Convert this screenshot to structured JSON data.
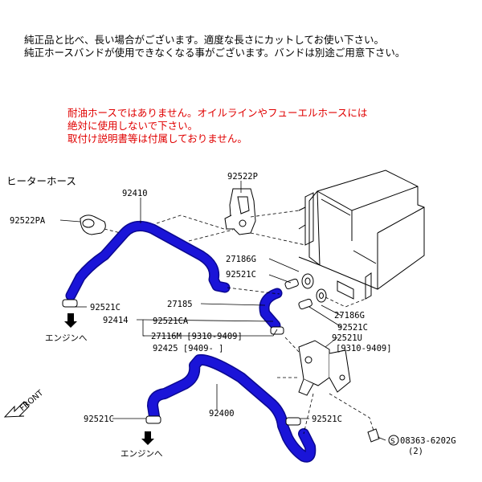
{
  "notes": [
    "純正品と比べ、長い場合がございます。適度な長さにカットしてお使い下さい。",
    "純正ホースバンドが使用できなくなる事がございます。バンドは別途ご用意下さい。"
  ],
  "warnings": [
    "耐油ホースではありません。オイルラインやフューエルホースには",
    "絶対に使用しないで下さい。",
    "取付け説明書等は付属しておりません。"
  ],
  "section_title": "ヒーターホース",
  "labels": {
    "p92410": "92410",
    "p92522P": "92522P",
    "p92522PA": "92522PA",
    "p27186G_top": "27186G",
    "p92521C_a": "92521C",
    "p92521C_b": "92521C",
    "p27185": "27185",
    "p27186G_right": "27186G",
    "p92414": "92414",
    "p92521CA": "92521CA",
    "p92521C_c": "92521C",
    "p27116M": "27116M [9310-9409]",
    "p92521U": "92521U",
    "p92521U_range": "[9310-9409]",
    "p92425": "92425 [9409-     ]",
    "p92400": "92400",
    "p92521C_d": "92521C",
    "p92521C_e": "92521C",
    "p08363": "08363-6202G",
    "p08363_qty": "(2)",
    "engine_1": "エンジンへ",
    "engine_2": "エンジンへ",
    "front": "FRONT",
    "screw_symbol": "S"
  },
  "colors": {
    "hose": "#1a14d8",
    "hose_dark": "#0b0890",
    "warning_text": "#e00000"
  }
}
